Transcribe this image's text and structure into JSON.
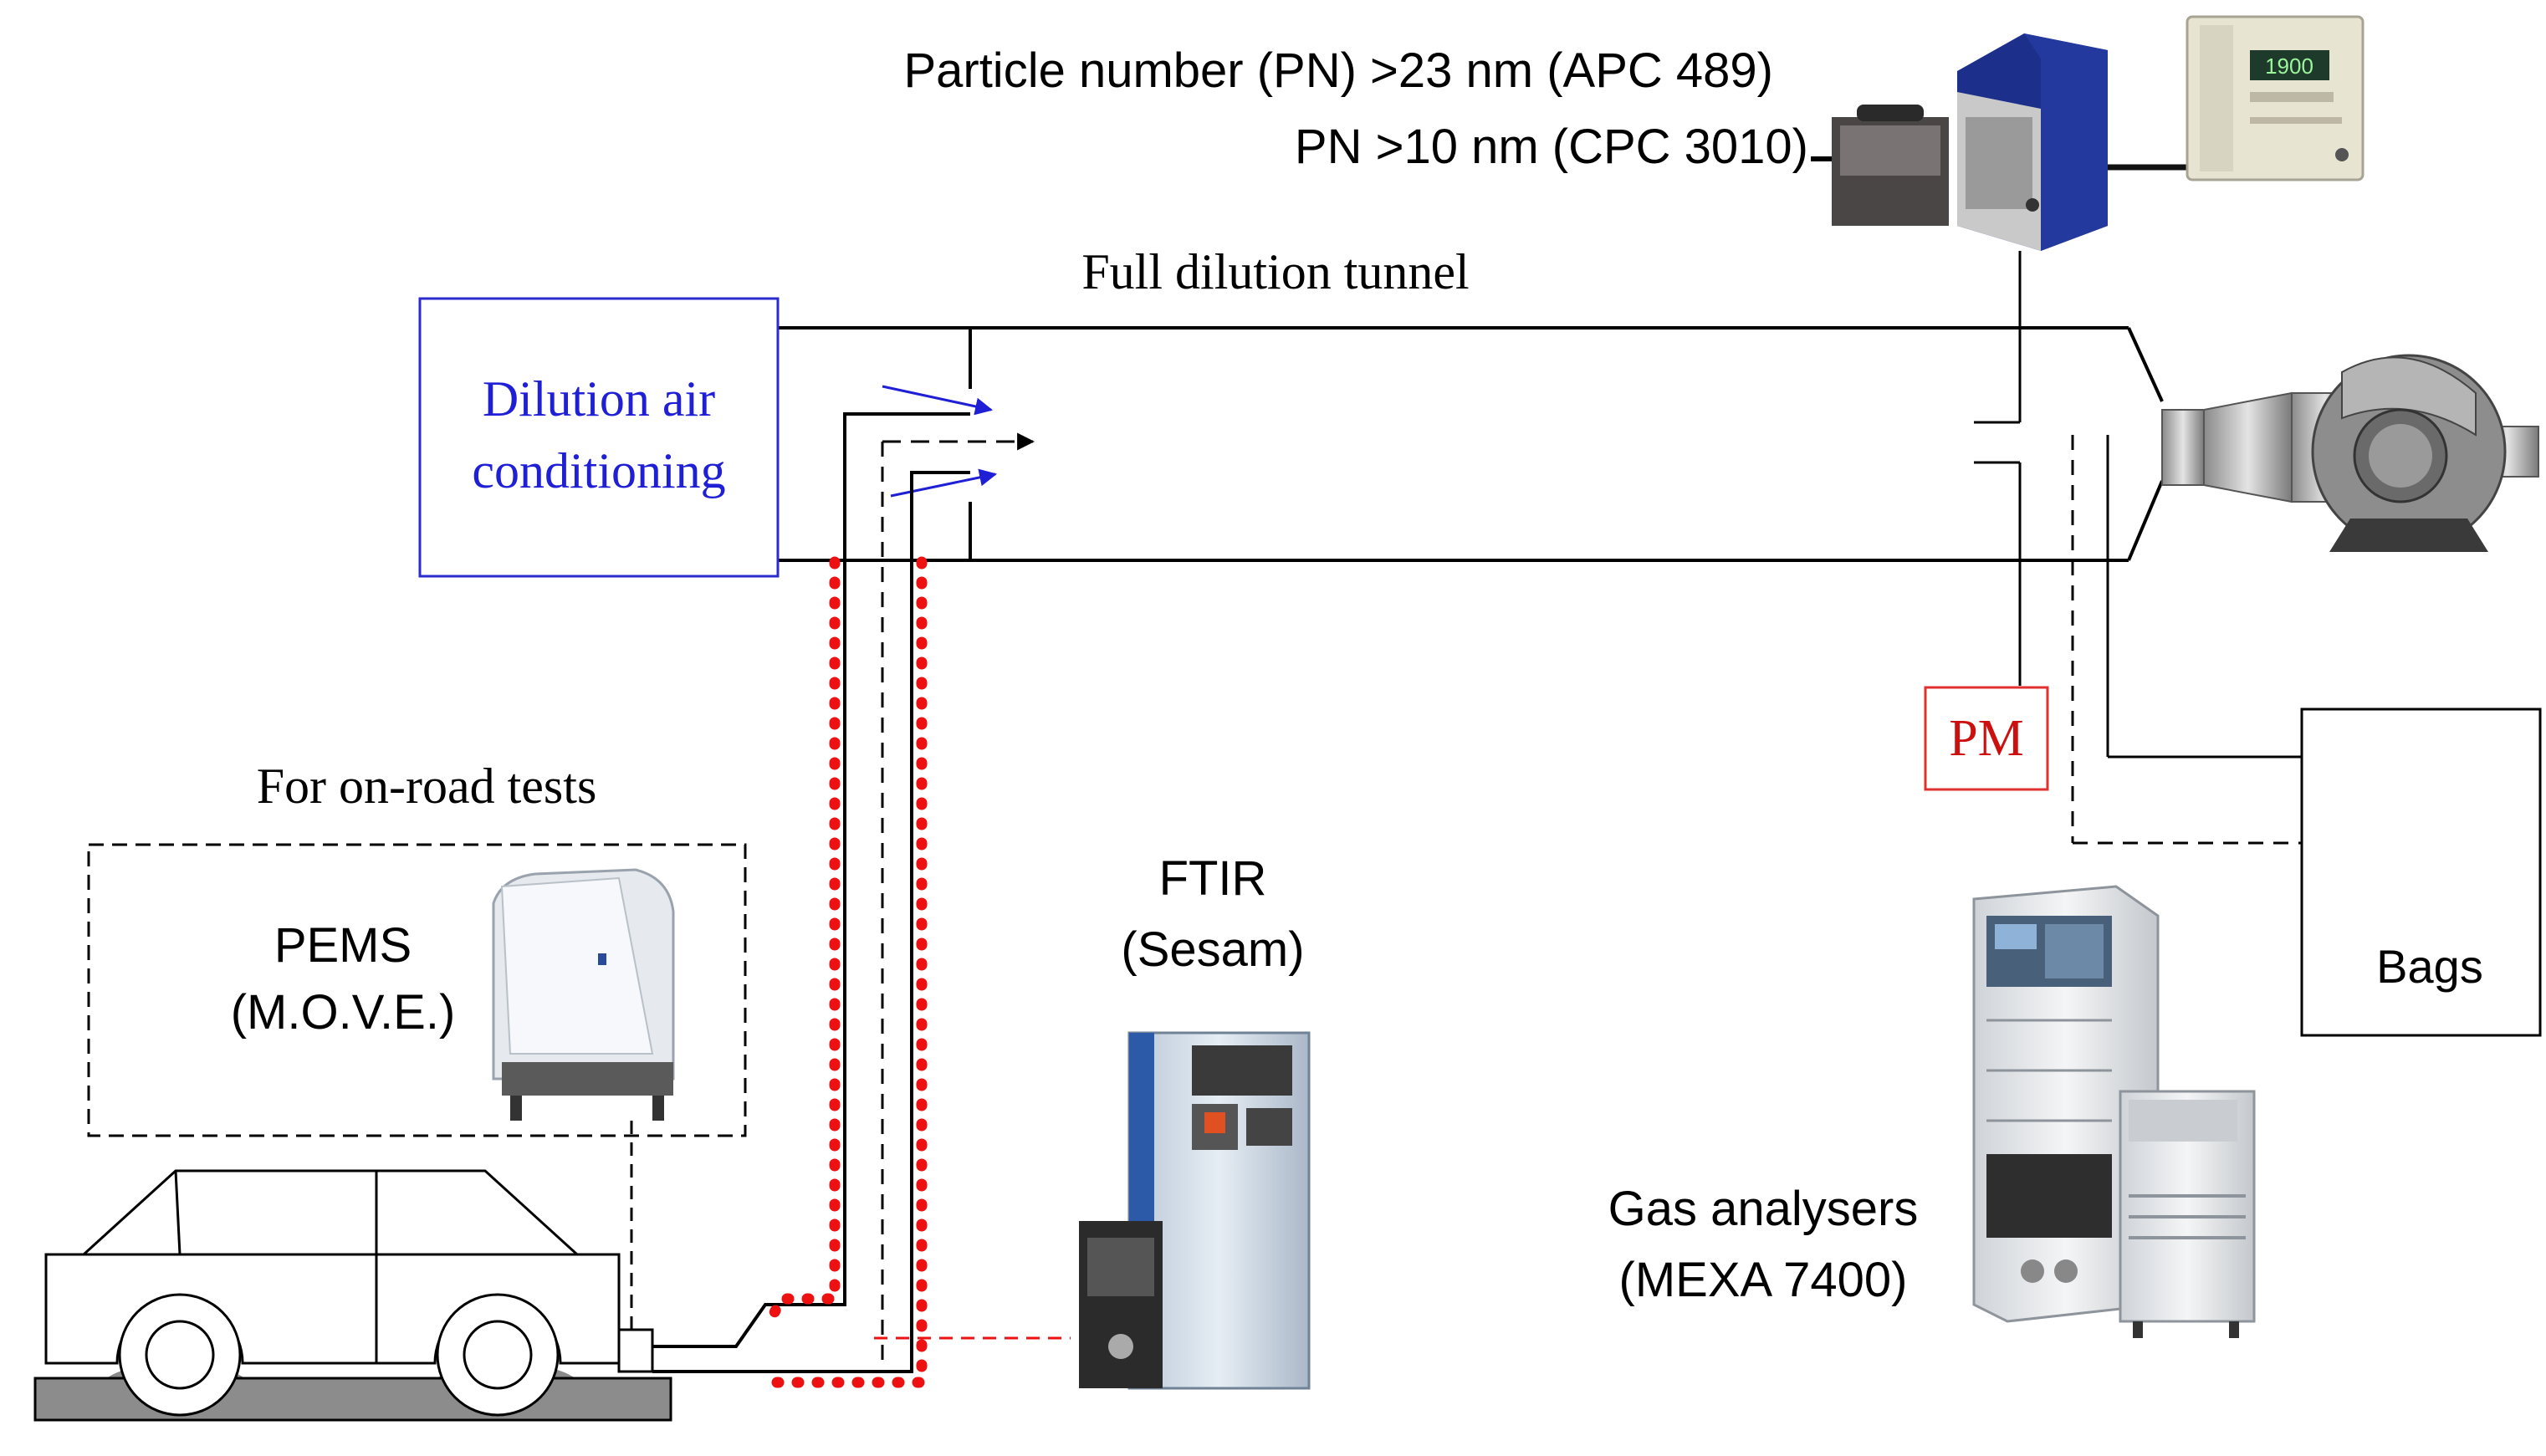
{
  "labels": {
    "pn_line1": "Particle number (PN) >23 nm (APC 489)",
    "pn_line2": "PN   >10 nm (CPC 3010)",
    "tunnel": "Full dilution tunnel",
    "dilution_line1": "Dilution air",
    "dilution_line2": "conditioning",
    "on_road": "For on-road tests",
    "pems_line1": "PEMS",
    "pems_line2": "(M.O.V.E.)",
    "ftir_line1": "FTIR",
    "ftir_line2": "(Sesam)",
    "pm": "PM",
    "bags": "Bags",
    "gas_line1": "Gas analysers",
    "gas_line2": "(MEXA 7400)",
    "cpc_display": "1900"
  },
  "colors": {
    "dilution_text": "#1f1fd6",
    "dilution_box": "#2b2bd0",
    "pm_text": "#cc1010",
    "pm_box": "#e03030",
    "heated_line": "#ee1111",
    "flow_arrow": "#1f1fd6"
  },
  "icons": {
    "pn_instruments": "particle-counter-instruments-icon",
    "blower": "cvs-blower-icon",
    "pems": "pems-unit-icon",
    "ftir": "ftir-cabinet-icon",
    "mexa": "gas-analyser-rack-icon",
    "car": "car-on-dyno-icon"
  }
}
